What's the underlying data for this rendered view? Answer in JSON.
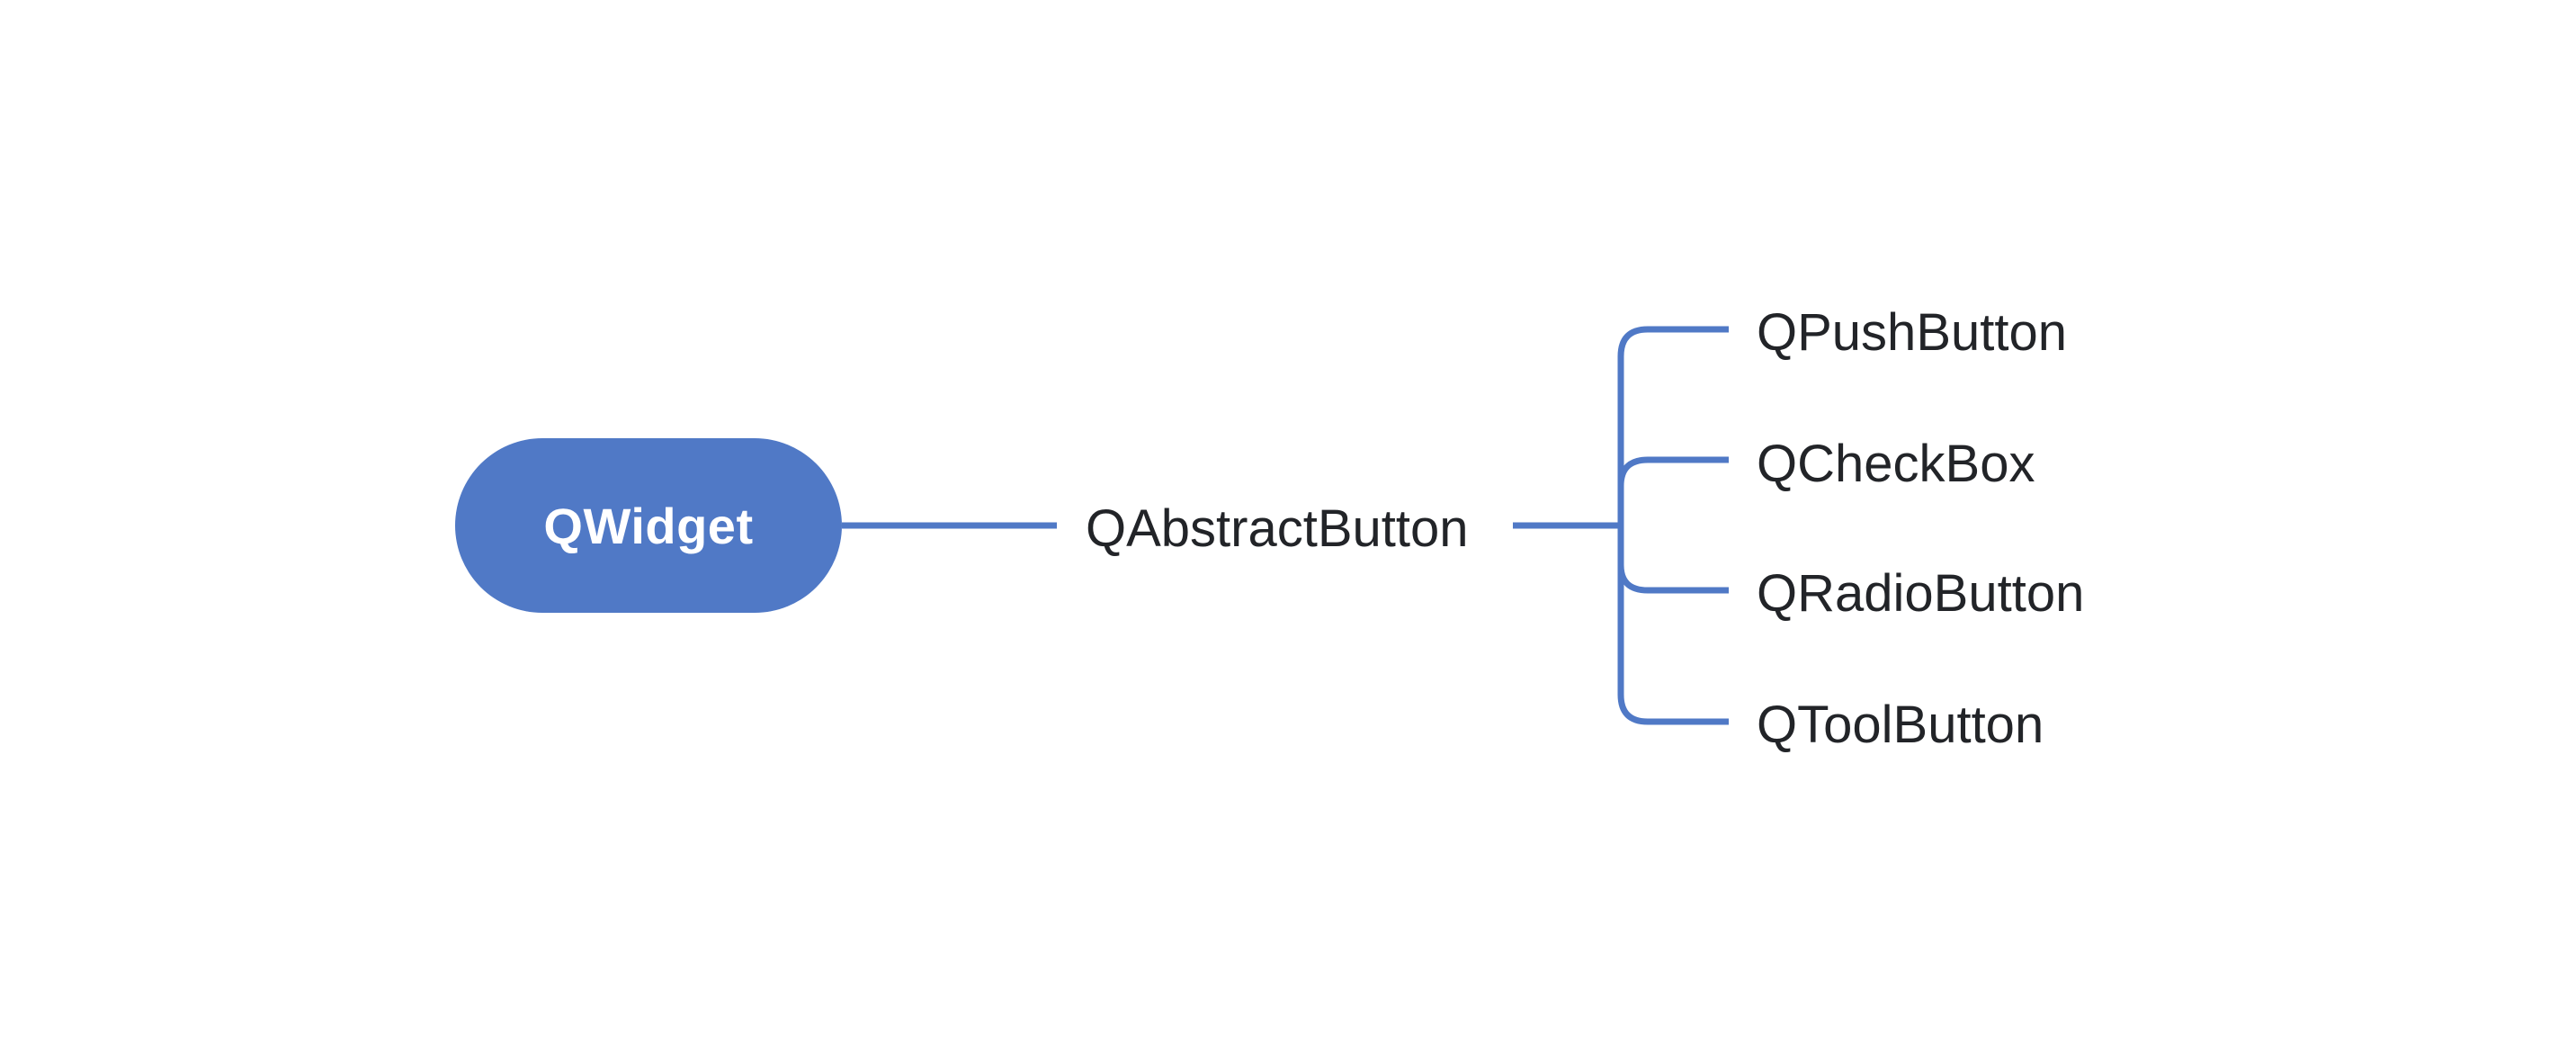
{
  "colors": {
    "background": "#ffffff",
    "accent": "#5079c6",
    "root_text": "#ffffff",
    "node_text": "#222428"
  },
  "root": {
    "label": "QWidget"
  },
  "middle": {
    "label": "QAbstractButton"
  },
  "children": [
    {
      "label": "QPushButton"
    },
    {
      "label": "QCheckBox"
    },
    {
      "label": "QRadioButton"
    },
    {
      "label": "QToolButton"
    }
  ]
}
